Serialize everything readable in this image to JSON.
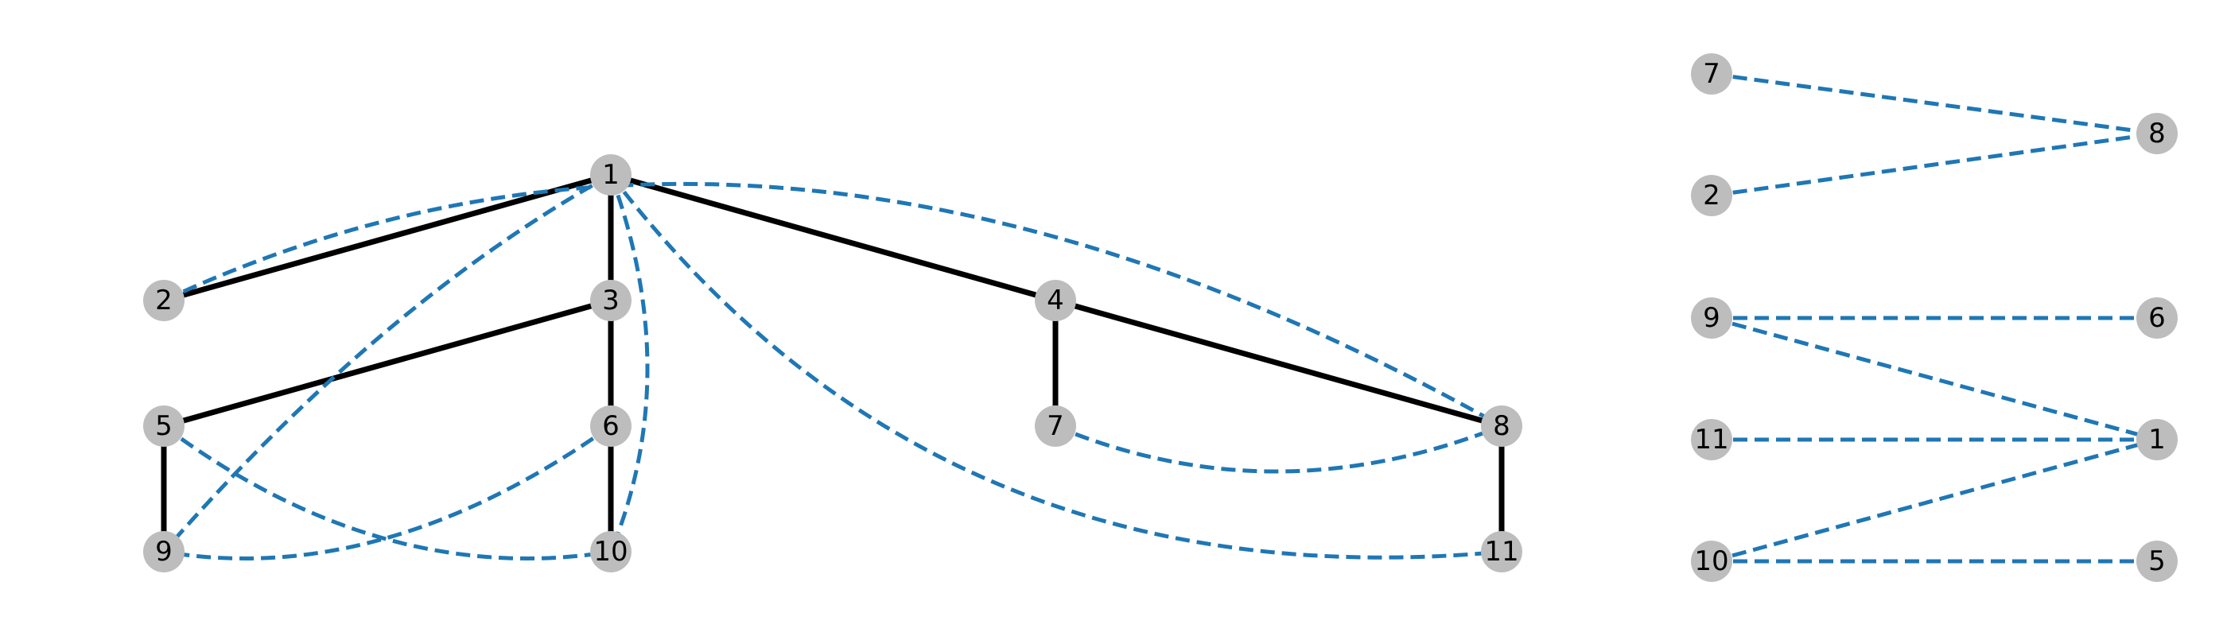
{
  "colors": {
    "node_fill": "#bdbdbd",
    "tree_edge": "#000000",
    "non_tree_edge": "#1f77b4"
  },
  "left_graph": {
    "nodes": [
      "1",
      "2",
      "3",
      "4",
      "5",
      "6",
      "7",
      "8",
      "9",
      "10",
      "11"
    ],
    "tree_edges": [
      [
        "1",
        "2"
      ],
      [
        "1",
        "3"
      ],
      [
        "1",
        "4"
      ],
      [
        "3",
        "5"
      ],
      [
        "3",
        "6"
      ],
      [
        "4",
        "7"
      ],
      [
        "4",
        "8"
      ],
      [
        "5",
        "9"
      ],
      [
        "6",
        "10"
      ],
      [
        "8",
        "11"
      ]
    ],
    "dashed_edges": [
      [
        "2",
        "8"
      ],
      [
        "1",
        "9"
      ],
      [
        "1",
        "10"
      ],
      [
        "1",
        "11"
      ],
      [
        "5",
        "10"
      ],
      [
        "6",
        "9"
      ],
      [
        "7",
        "8"
      ]
    ]
  },
  "right_graph": {
    "nodes": [
      "7",
      "2",
      "8",
      "9",
      "6",
      "11",
      "1",
      "10",
      "5"
    ],
    "dashed_edges": [
      [
        "7",
        "8"
      ],
      [
        "2",
        "8"
      ],
      [
        "9",
        "6"
      ],
      [
        "9",
        "1"
      ],
      [
        "11",
        "1"
      ],
      [
        "10",
        "1"
      ],
      [
        "10",
        "5"
      ]
    ]
  }
}
